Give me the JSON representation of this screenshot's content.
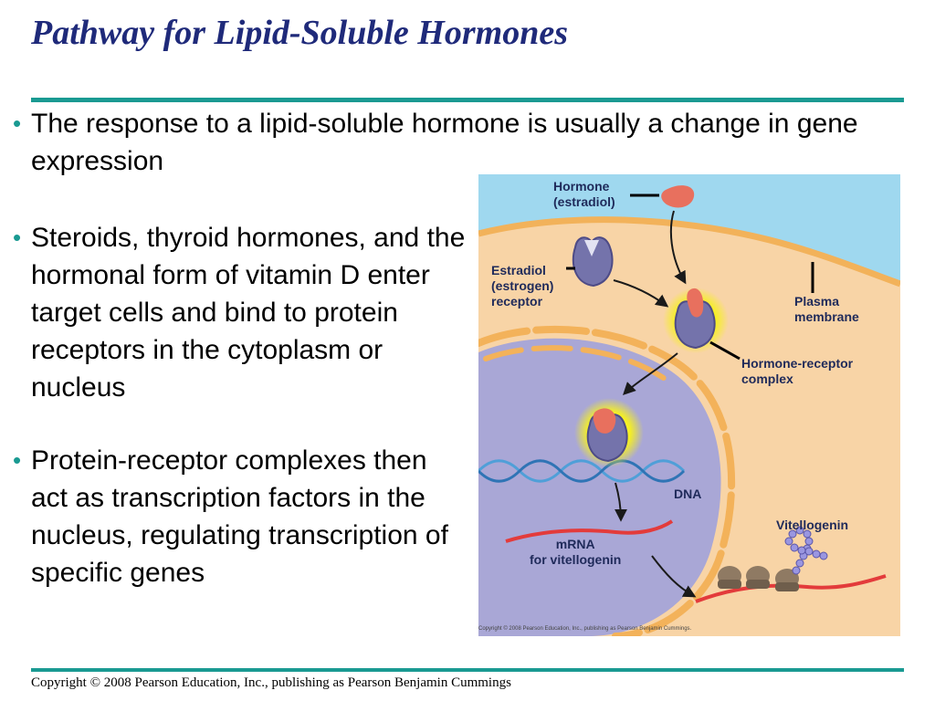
{
  "slide": {
    "title": "Pathway for Lipid-Soluble Hormones",
    "bullets": [
      {
        "text": "The response to a lipid-soluble hormone is usually a change in gene expression"
      },
      {
        "text": "Steroids, thyroid hormones, and the hormonal form of vitamin D enter target cells and bind to protein receptors in the cytoplasm or nucleus"
      },
      {
        "text": "Protein-receptor complexes then act as transcription factors in the nucleus, regulating transcription of specific genes"
      }
    ],
    "bullet_char": "•",
    "copyright": "Copyright © 2008 Pearson Education, Inc., publishing as Pearson Benjamin Cummings"
  },
  "figure": {
    "labels": {
      "hormone": "Hormone (estradiol)",
      "hormone_line1": "Hormone",
      "hormone_line2": "(estradiol)",
      "receptor_line1": "Estradiol",
      "receptor_line2": "(estrogen)",
      "receptor_line3": "receptor",
      "membrane_line1": "Plasma",
      "membrane_line2": "membrane",
      "complex_line1": "Hormone-receptor",
      "complex_line2": "complex",
      "dna": "DNA",
      "mrna_line1": "mRNA",
      "mrna_line2": "for vitellogenin",
      "vitellogenin": "Vitellogenin"
    },
    "copyright": "Copyright © 2008 Pearson Education, Inc., publishing as Pearson Benjamin Cummings.",
    "colors": {
      "extracellular": "#9fd8ef",
      "cytoplasm": "#f8d4a6",
      "membrane": "#f2b25a",
      "nucleus": "#a9a7d6",
      "envelope": "#f3b25a",
      "hormone": "#e8705e",
      "receptor": "#7473ab",
      "glow": "#f6f021",
      "dna": "#4f9fd8",
      "mrna": "#e33b3b",
      "ribosome": "#8f7a63",
      "protein": "#9a96e0",
      "accent": "#1a9a92",
      "title": "#1f2a7a"
    }
  }
}
